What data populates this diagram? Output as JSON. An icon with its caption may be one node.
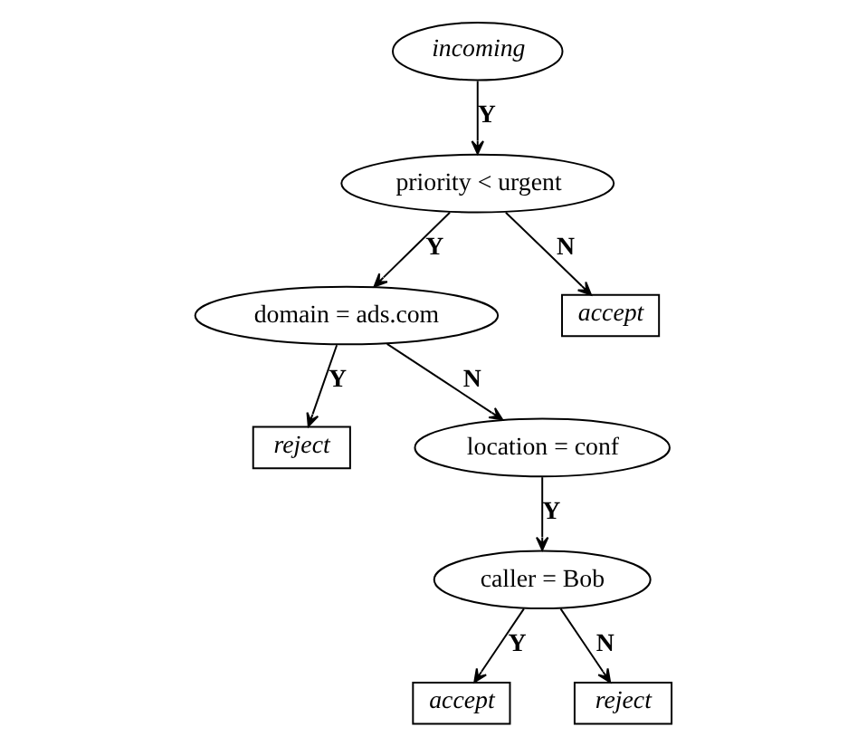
{
  "diagram": {
    "nodes": [
      {
        "text": [
          "incoming"
        ]
      },
      {
        "text": [
          "priority < urgent"
        ]
      },
      {
        "text": [
          "domain = ads.com"
        ]
      },
      {
        "text": [
          "accept"
        ]
      },
      {
        "text": [
          "reject"
        ]
      },
      {
        "text": [
          "location = conf"
        ]
      },
      {
        "text": [
          "caller = Bob"
        ]
      },
      {
        "text": [
          "accept"
        ]
      },
      {
        "text": [
          "reject"
        ]
      }
    ],
    "edges": [
      {
        "from": 0,
        "to": 1,
        "arrow": "to",
        "label": "Y"
      },
      {
        "from": 1,
        "to": 2,
        "arrow": "to",
        "label": "Y"
      },
      {
        "from": 1,
        "to": 3,
        "arrow": "to",
        "label": "N"
      },
      {
        "from": 2,
        "to": 4,
        "arrow": "to",
        "label": "Y"
      },
      {
        "from": 2,
        "to": 5,
        "arrow": "to",
        "label": "N"
      },
      {
        "from": 5,
        "to": 6,
        "arrow": "to",
        "label": "Y"
      },
      {
        "from": 6,
        "to": 7,
        "arrow": "to",
        "label": "Y"
      },
      {
        "from": 6,
        "to": 8,
        "arrow": "to",
        "label": "N"
      }
    ]
  }
}
